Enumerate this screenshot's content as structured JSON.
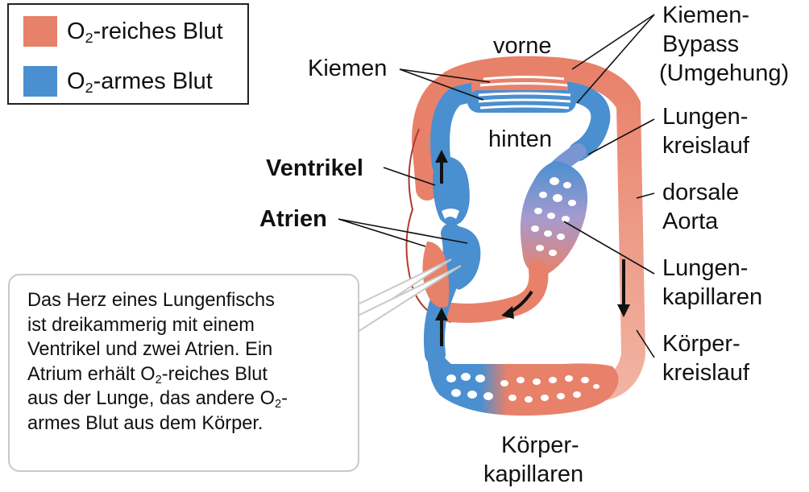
{
  "colors": {
    "oxygen_rich": "#e8816a",
    "oxygen_poor": "#4a8fd0",
    "outline": "#b03a2e"
  },
  "legend": {
    "items": [
      {
        "label_pre": "O",
        "label_sub": "2",
        "label_post": "-reiches Blut",
        "color": "#e8816a"
      },
      {
        "label_pre": "O",
        "label_sub": "2",
        "label_post": "-armes Blut",
        "color": "#4a8fd0"
      }
    ]
  },
  "labels": {
    "vorne": "vorne",
    "hinten": "hinten",
    "kiemen": "Kiemen",
    "bypass_1": "Kiemen-",
    "bypass_2": "Bypass",
    "bypass_3": "(Umgehung)",
    "lungenkreislauf_1": "Lungen-",
    "lungenkreislauf_2": "kreislauf",
    "aorta_1": "dorsale",
    "aorta_2": "Aorta",
    "lungenkap_1": "Lungen-",
    "lungenkap_2": "kapillaren",
    "koerperkreislauf_1": "Körper-",
    "koerperkreislauf_2": "kreislauf",
    "koerperkap_1": "Körper-",
    "koerperkap_2": "kapillaren",
    "ventrikel": "Ventrikel",
    "atrien": "Atrien"
  },
  "callout": {
    "line1": "Das Herz eines Lungenfischs",
    "line2": "ist dreikammerig mit einem",
    "line3": "Ventrikel und zwei Atrien. Ein",
    "line4_pre": "Atrium erhält O",
    "line4_sub": "2",
    "line4_post": "-reiches Blut",
    "line5_pre": "aus der Lunge, das andere O",
    "line5_sub": "2",
    "line5_post": "-",
    "line6": "armes Blut aus dem Körper."
  }
}
